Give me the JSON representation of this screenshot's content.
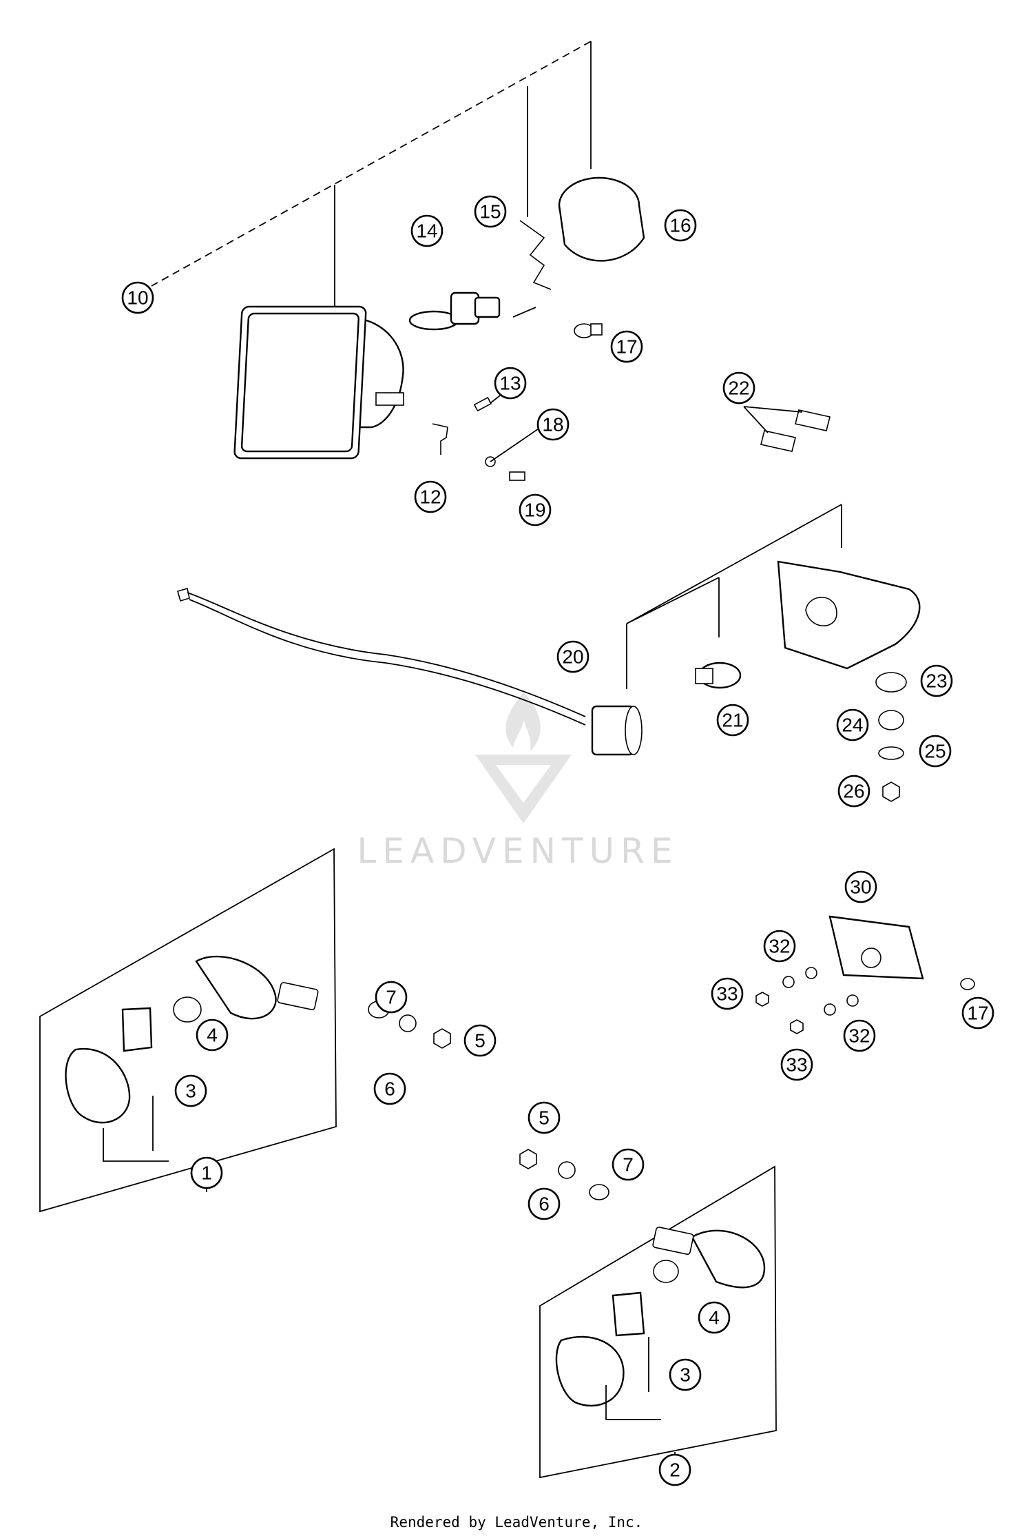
{
  "callouts": {
    "c10": "10",
    "c15": "15",
    "c16": "16",
    "c14": "14",
    "c17a": "17",
    "c13": "13",
    "c18": "18",
    "c12": "12",
    "c19": "19",
    "c22": "22",
    "c20": "20",
    "c21": "21",
    "c23": "23",
    "c24": "24",
    "c25": "25",
    "c26": "26",
    "c30": "30",
    "c32a": "32",
    "c33a": "33",
    "c17b": "17",
    "c32b": "32",
    "c33b": "33",
    "c7a": "7",
    "c4a": "4",
    "c5a": "5",
    "c6a": "6",
    "c3a": "3",
    "c1": "1",
    "c5b": "5",
    "c7b": "7",
    "c6b": "6",
    "c4b": "4",
    "c3b": "3",
    "c2": "2"
  },
  "watermark": "LEADVENTURE",
  "footer": "Rendered by LeadVenture, Inc."
}
